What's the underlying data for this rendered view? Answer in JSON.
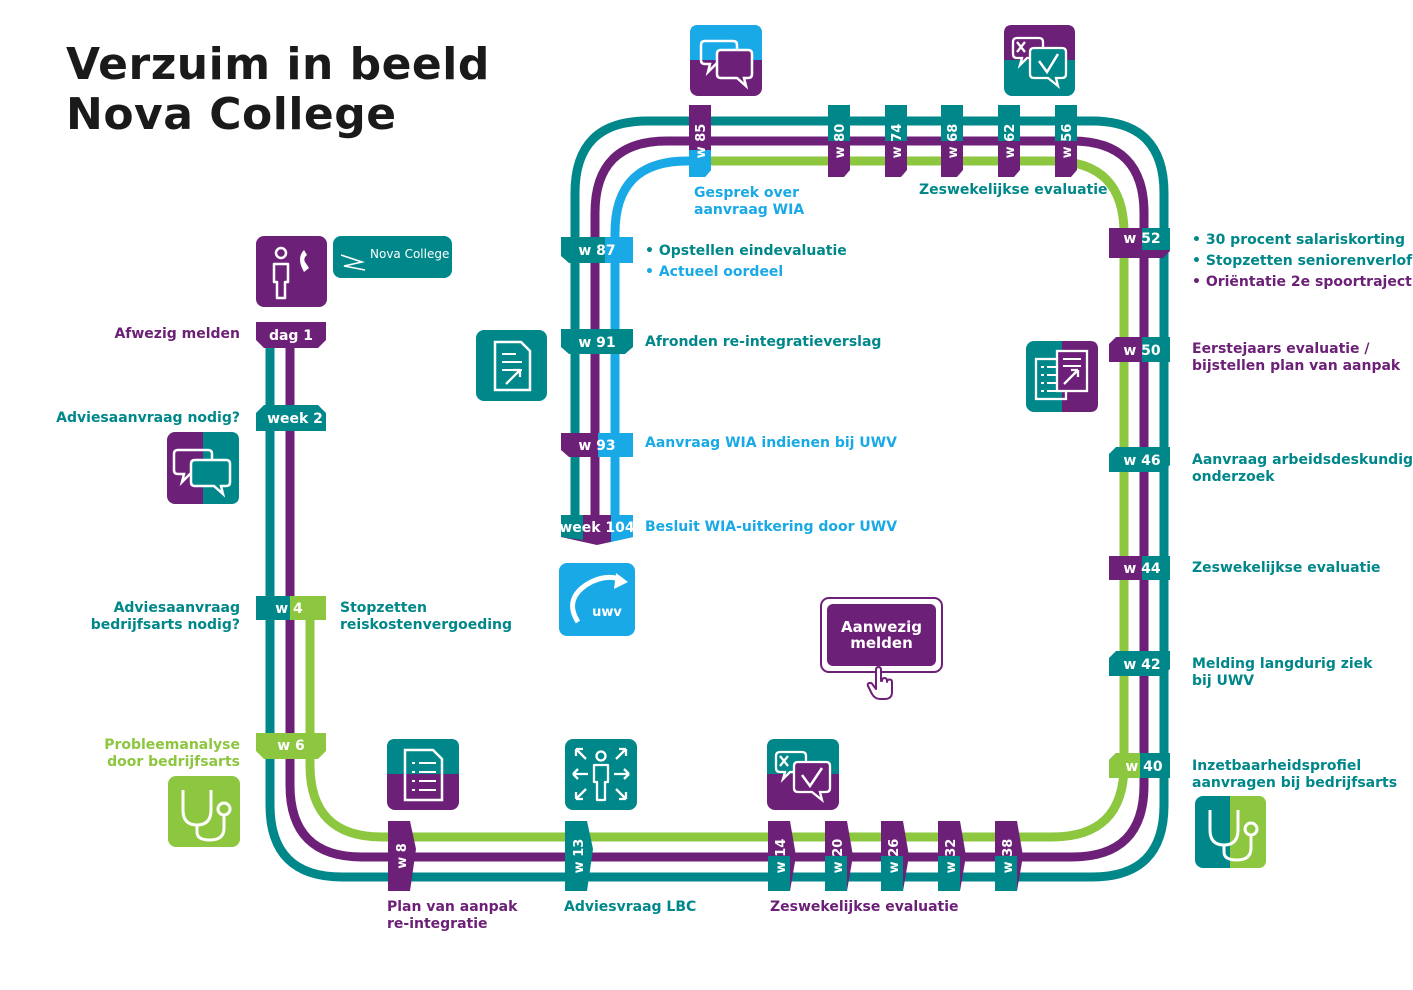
{
  "title": {
    "line1": "Verzuim in beeld",
    "line2": "Nova College"
  },
  "colors": {
    "purple": "#6d2077",
    "teal": "#00878a",
    "green": "#8dc63f",
    "blue": "#18a9e6"
  },
  "logos": {
    "nova_college": "Nova College",
    "uwv": "uwv"
  },
  "stations": [
    {
      "id": "dag1",
      "label": "dag 1"
    },
    {
      "id": "week2",
      "label": "week 2"
    },
    {
      "id": "w4",
      "label": "w 4"
    },
    {
      "id": "w6",
      "label": "w 6"
    },
    {
      "id": "w8",
      "label": "w 8"
    },
    {
      "id": "w13",
      "label": "w 13"
    },
    {
      "id": "w14",
      "label": "w 14"
    },
    {
      "id": "w20",
      "label": "w 20"
    },
    {
      "id": "w26",
      "label": "w 26"
    },
    {
      "id": "w32",
      "label": "w 32"
    },
    {
      "id": "w38",
      "label": "w 38"
    },
    {
      "id": "w40",
      "label": "w 40"
    },
    {
      "id": "w42",
      "label": "w 42"
    },
    {
      "id": "w44",
      "label": "w 44"
    },
    {
      "id": "w46",
      "label": "w 46"
    },
    {
      "id": "w50",
      "label": "w 50"
    },
    {
      "id": "w52",
      "label": "w 52"
    },
    {
      "id": "w56",
      "label": "w 56"
    },
    {
      "id": "w62",
      "label": "w 62"
    },
    {
      "id": "w68",
      "label": "w 68"
    },
    {
      "id": "w74",
      "label": "w 74"
    },
    {
      "id": "w80",
      "label": "w 80"
    },
    {
      "id": "w85",
      "label": "w 85"
    },
    {
      "id": "w87",
      "label": "w 87"
    },
    {
      "id": "w91",
      "label": "w 91"
    },
    {
      "id": "w93",
      "label": "w 93"
    },
    {
      "id": "week104",
      "label": "week 104"
    }
  ],
  "labels": {
    "afwezig_melden": "Afwezig melden",
    "adviesaanvraag_nodig": "Adviesaanvraag nodig?",
    "adviesaanvraag_bedrijfsarts": [
      "Adviesaanvraag",
      "bedrijfsarts nodig?"
    ],
    "stopzetten_reiskosten": [
      "Stopzetten",
      "reiskostenvergoeding"
    ],
    "probleemanalyse": [
      "Probleemanalyse",
      "door bedrijfsarts"
    ],
    "plan_van_aanpak": [
      "Plan van aanpak",
      "re-integratie"
    ],
    "adviesvraag_lbc": "Adviesvraag LBC",
    "zeswekelijkse_bottom": "Zeswekelijkse evaluatie",
    "inzetbaarheidsprofiel": [
      "Inzetbaarheidsprofiel",
      "aanvragen bij bedrijfsarts"
    ],
    "melding_langdurig": [
      "Melding langdurig ziek",
      "bij UWV"
    ],
    "zeswekelijkse_w44": "Zeswekelijkse evaluatie",
    "aanvraag_arbeidsdeskundig": [
      "Aanvraag arbeidsdeskundig",
      "onderzoek"
    ],
    "eerstejaars": [
      "Eerstejaars evaluatie /",
      "bijstellen plan van aanpak"
    ],
    "w52_bullets": [
      "• 30 procent salariskorting",
      "• Stopzetten seniorenverlof",
      "• Oriëntatie 2e spoortraject"
    ],
    "zeswekelijkse_top": "Zeswekelijkse evaluatie",
    "gesprek_wia": [
      "Gesprek over",
      "aanvraag WIA"
    ],
    "w87_bullets": [
      "• Opstellen eindevaluatie",
      "• Actueel oordeel"
    ],
    "afronden": "Afronden re-integratieverslag",
    "aanvraag_wia": "Aanvraag WIA indienen bij UWV",
    "besluit_wia": "Besluit WIA-uitkering door UWV"
  },
  "button": {
    "line1": "Aanwezig",
    "line2": "melden"
  },
  "icons": [
    {
      "id": "phone",
      "name": "person-phone-icon"
    },
    {
      "id": "chat-left",
      "name": "chat-bubbles-icon"
    },
    {
      "id": "steth-left",
      "name": "stethoscope-icon"
    },
    {
      "id": "doc-bottom",
      "name": "checklist-document-icon"
    },
    {
      "id": "person-arrows",
      "name": "person-arrows-icon"
    },
    {
      "id": "chat-check-bottom",
      "name": "chat-check-icon"
    },
    {
      "id": "steth-right",
      "name": "stethoscope-icon"
    },
    {
      "id": "doc-right",
      "name": "document-edit-icon"
    },
    {
      "id": "chat-check-top",
      "name": "chat-check-icon"
    },
    {
      "id": "chat-top",
      "name": "chat-bubbles-icon"
    },
    {
      "id": "doc-left",
      "name": "document-arrow-icon"
    },
    {
      "id": "uwv",
      "name": "uwv-logo"
    },
    {
      "id": "nova",
      "name": "nova-college-logo"
    }
  ]
}
